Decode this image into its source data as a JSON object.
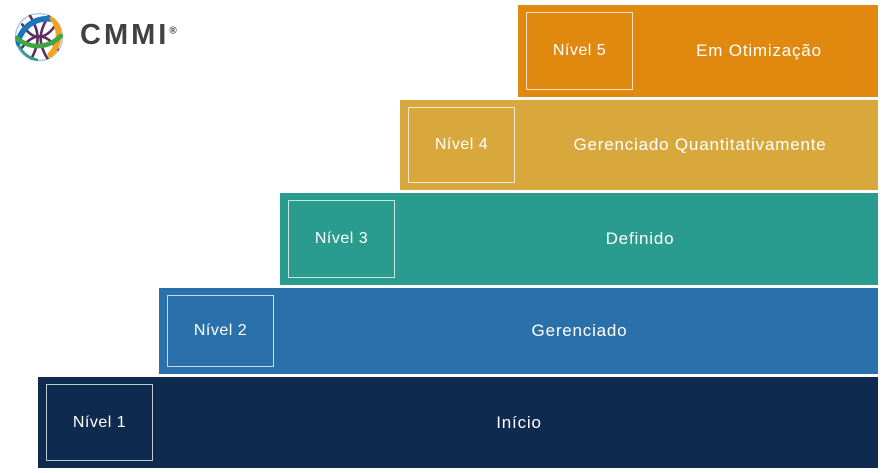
{
  "logo": {
    "brand": "CMMI",
    "registered_mark": "®",
    "icon": "globe-icon"
  },
  "colors": {
    "level5_bg": "#E1890E",
    "level4_bg": "#D9A83C",
    "level3_bg": "#2A9B8F",
    "level2_bg": "#2A70AB",
    "level1_bg": "#0E2A4E",
    "label_text": "#FFFFFF",
    "box_border": "rgba(255,255,255,0.75)",
    "brand_text": "#414042",
    "globe_blue": "#1B75BB",
    "globe_green": "#3FA648",
    "globe_orange": "#F5A21D",
    "globe_purple": "#5C2D5E",
    "globe_teal": "#2A9B8F"
  },
  "levels": [
    {
      "id": 5,
      "box_label": "Nível 5",
      "name": "Em Otimização"
    },
    {
      "id": 4,
      "box_label": "Nível 4",
      "name": "Gerenciado Quantitativamente"
    },
    {
      "id": 3,
      "box_label": "Nível 3",
      "name": "Definido"
    },
    {
      "id": 2,
      "box_label": "Nível 2",
      "name": "Gerenciado"
    },
    {
      "id": 1,
      "box_label": "Nível 1",
      "name": "Início"
    }
  ]
}
